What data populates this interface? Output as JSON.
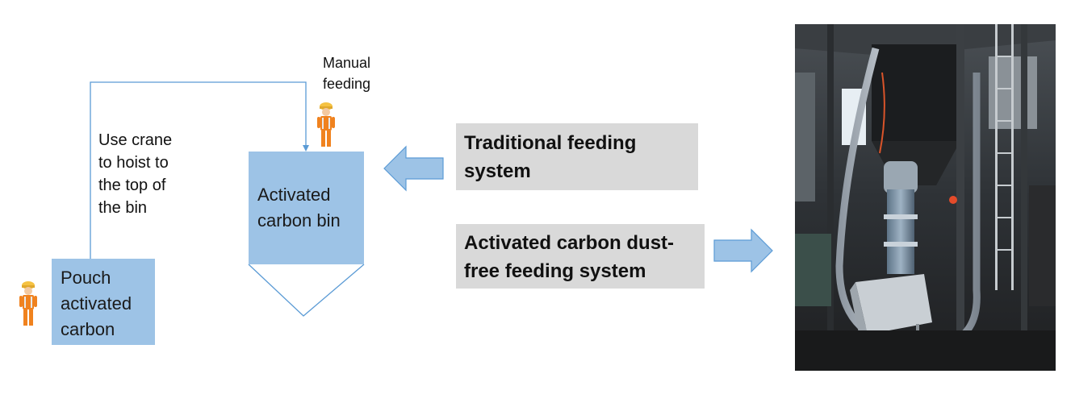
{
  "diagram": {
    "pouch": {
      "lines": [
        "Pouch",
        "activated",
        "carbon"
      ]
    },
    "bin": {
      "lines": [
        "Activated",
        "carbon bin"
      ]
    },
    "crane": {
      "lines": [
        "Use crane",
        "to hoist to",
        "the top of",
        "the bin"
      ]
    },
    "manual": {
      "lines": [
        "Manual",
        "feeding"
      ]
    },
    "traditional": {
      "lines": [
        "Traditional feeding",
        "system"
      ]
    },
    "dustfree": {
      "lines": [
        "Activated carbon dust-",
        "free feeding system"
      ]
    }
  },
  "colors": {
    "box_fill": "#9dc3e6",
    "box_stroke": "#5b9bd5",
    "label_fill": "#d9d9d9",
    "worker_orange": "#f0821e",
    "worker_helmet": "#f5c242"
  },
  "icons": [
    "worker-icon",
    "left-arrow-icon",
    "right-arrow-icon"
  ]
}
